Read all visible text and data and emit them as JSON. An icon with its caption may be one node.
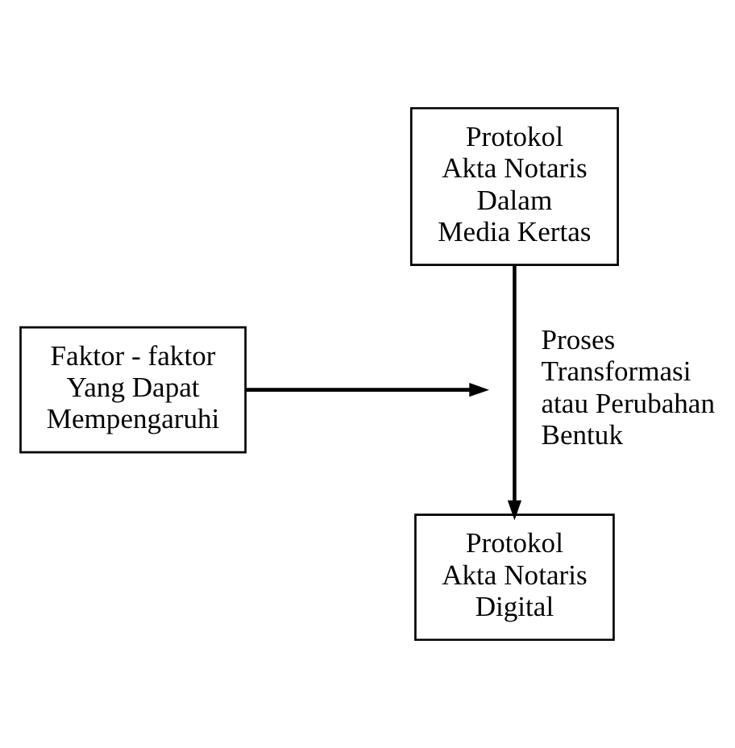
{
  "diagram": {
    "nodes": [
      {
        "text": [
          "Protokol Akta Notaris Dalam Media Kertas"
        ]
      },
      {
        "text": [
          "Faktor - faktor Yang Dapat Mempengaruhi"
        ]
      },
      {
        "text": [
          "Protokol Akta Notaris Digital"
        ]
      }
    ],
    "edges": [
      {
        "from": 0,
        "to": 2,
        "arrow": "to",
        "label": "Proses Transformasi atau Perubahan Bentuk"
      },
      {
        "from": 1,
        "to": null,
        "arrow": "to"
      }
    ]
  }
}
